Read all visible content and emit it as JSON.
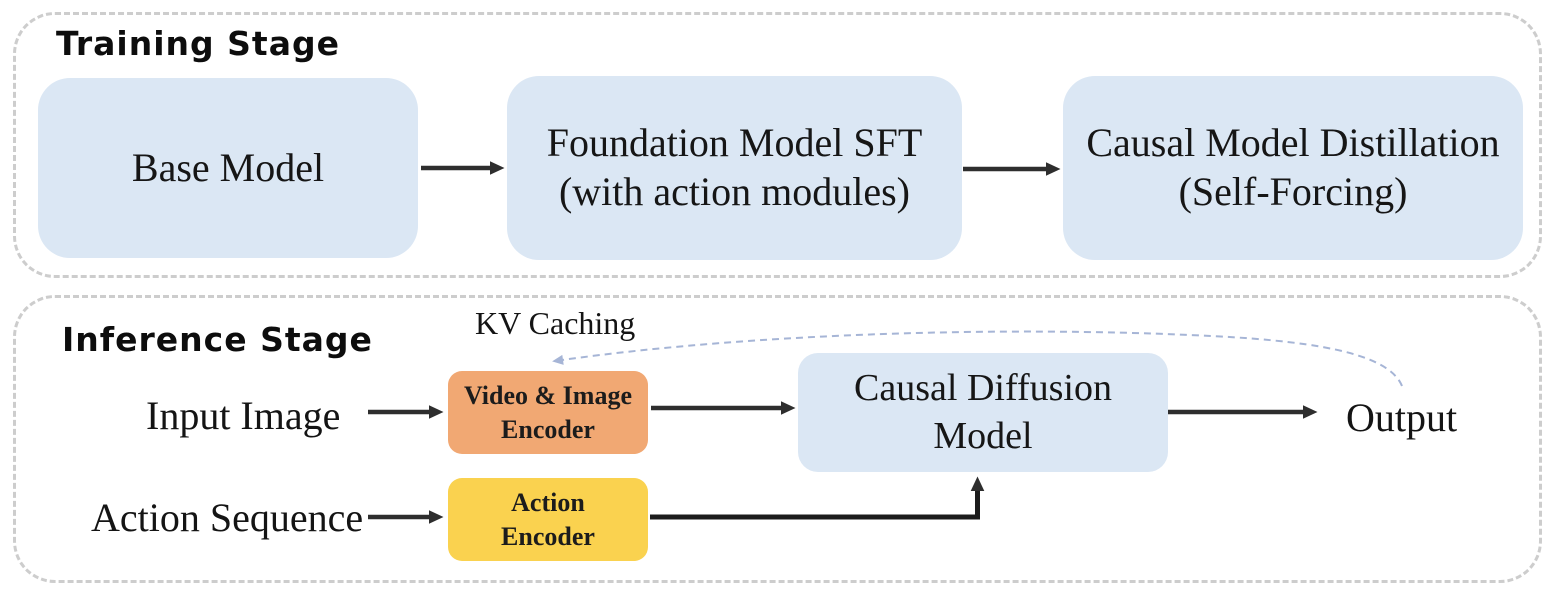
{
  "colors": {
    "box_blue": "#dbe7f4",
    "box_orange": "#f1a873",
    "box_yellow": "#fad24f",
    "container_dash": "#cdcdcd",
    "arrow": "#2e2e2e",
    "kv_curve": "#a6b5d6",
    "text": "#161616"
  },
  "training_stage": {
    "title": "Training Stage",
    "boxes": [
      {
        "lines": [
          "Base Model"
        ]
      },
      {
        "lines": [
          "Foundation Model SFT",
          "(with action modules)"
        ]
      },
      {
        "lines": [
          "Causal Model Distillation",
          "(Self-Forcing)"
        ]
      }
    ]
  },
  "inference_stage": {
    "title": "Inference Stage",
    "kv_caching_label": "KV Caching",
    "input_image_label": "Input Image",
    "action_sequence_label": "Action Sequence",
    "output_label": "Output",
    "encoders": [
      {
        "lines": [
          "Video & Image",
          "Encoder"
        ]
      },
      {
        "lines": [
          "Action",
          "Encoder"
        ]
      }
    ],
    "model_box": {
      "lines": [
        "Causal Diffusion",
        "Model"
      ]
    }
  }
}
